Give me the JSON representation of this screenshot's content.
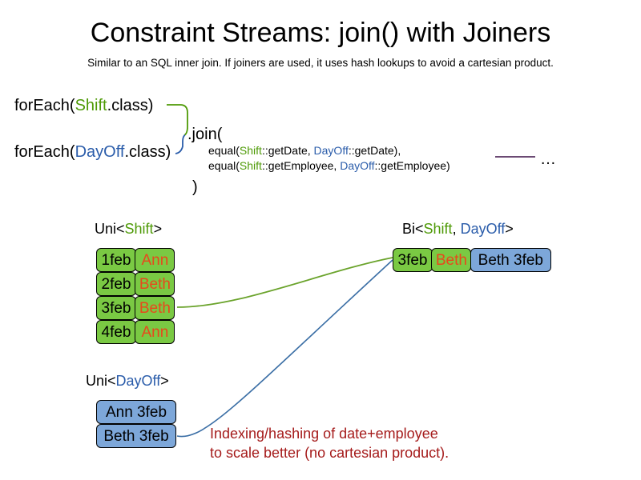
{
  "slide": {
    "title": "Constraint Streams: join() with Joiners",
    "subtitle": "Similar to an SQL inner join. If joiners are used, it uses hash lookups to avoid a cartesian product."
  },
  "code": {
    "foreach_shift": {
      "prefix": "forEach(",
      "type": "Shift",
      "suffix": ".class)"
    },
    "foreach_dayoff": {
      "prefix": "forEach(",
      "type": "DayOff",
      "suffix": ".class)"
    },
    "join_open": ".join(",
    "join_close": ")",
    "joiners": [
      {
        "prefix": "equal(",
        "left_type": "Shift",
        "left_method": "::getDate, ",
        "right_type": "DayOff",
        "right_method": "::getDate),"
      },
      {
        "prefix": "equal(",
        "left_type": "Shift",
        "left_method": "::getEmployee, ",
        "right_type": "DayOff",
        "right_method": "::getEmployee)"
      }
    ],
    "ellipsis": "…"
  },
  "streams": {
    "uni_shift": {
      "label_prefix": "Uni<",
      "label_type": "Shift",
      "label_suffix": ">",
      "rows": [
        {
          "date": "1feb",
          "employee": "Ann"
        },
        {
          "date": "2feb",
          "employee": "Beth"
        },
        {
          "date": "3feb",
          "employee": "Beth"
        },
        {
          "date": "4feb",
          "employee": "Ann"
        }
      ]
    },
    "uni_dayoff": {
      "label_prefix": "Uni<",
      "label_type": "DayOff",
      "label_suffix": ">",
      "rows": [
        {
          "text": "Ann 3feb"
        },
        {
          "text": "Beth 3feb"
        }
      ]
    },
    "bi": {
      "label_prefix": "Bi<",
      "label_type_a": "Shift",
      "label_separator": ", ",
      "label_type_b": "DayOff",
      "label_suffix": ">",
      "row": {
        "date": "3feb",
        "employee": "Beth",
        "dayoff": "Beth 3feb"
      }
    }
  },
  "annotation": {
    "line1": "Indexing/hashing of date+employee",
    "line2": "to scale better (no cartesian product)."
  },
  "colors": {
    "shift_green": "#4e9a06",
    "dayoff_blue": "#2a5caa",
    "box_green": "#7ac943",
    "box_blue": "#7da7d9",
    "name_orange": "#e8481c",
    "annotation_red": "#a51b1b",
    "rule_purple": "#6b4a74"
  }
}
